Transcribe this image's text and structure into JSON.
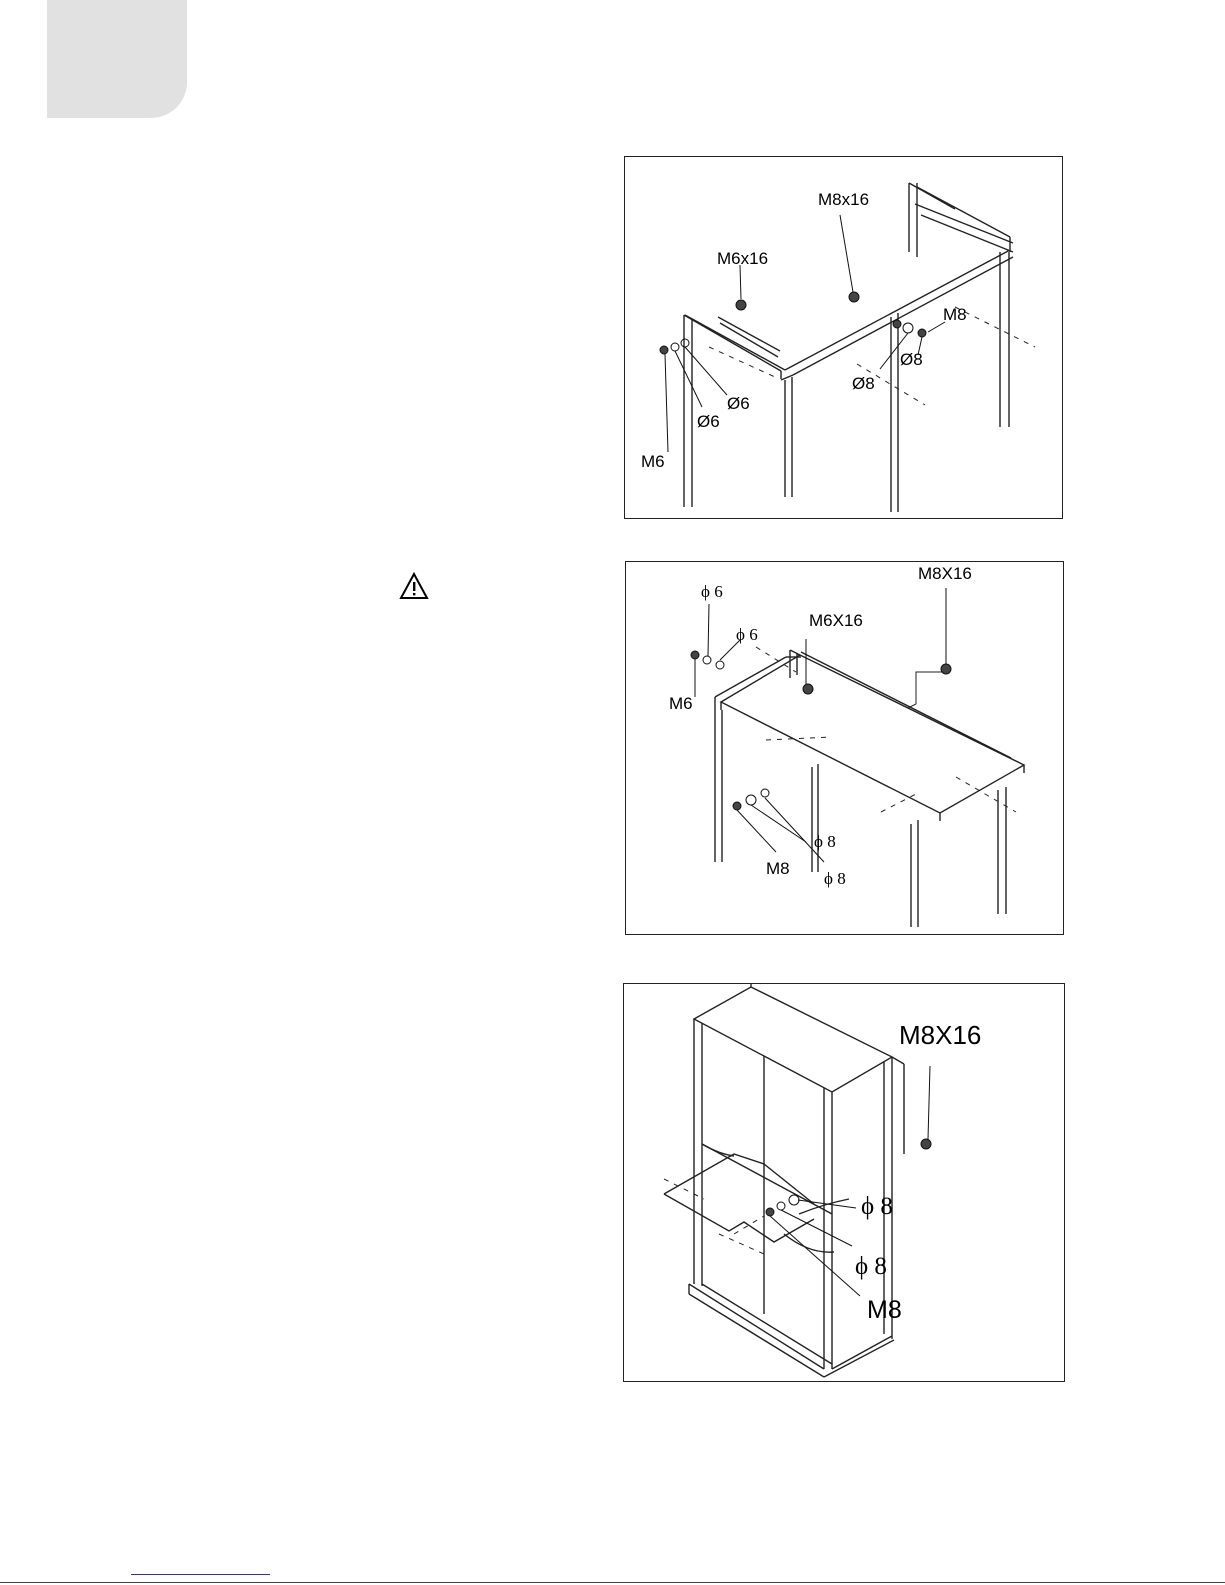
{
  "figures": [
    {
      "labels": {
        "bolt_top": "M8x16",
        "bolt_left": "M6x16",
        "nut_right": "M8",
        "washer_right_a": "Ø8",
        "washer_right_b": "Ø8",
        "washer_left_a": "Ø6",
        "washer_left_b": "Ø6",
        "nut_left": "M6"
      }
    },
    {
      "labels": {
        "bolt_top": "M8X16",
        "washer_left_a": "ϕ 6",
        "washer_left_b": "ϕ 6",
        "bolt_mid": "M6X16",
        "nut_left": "M6",
        "washer_low_a": "ϕ 8",
        "nut_low": "M8",
        "washer_low_b": "ϕ 8"
      }
    },
    {
      "labels": {
        "bolt_top": "M8X16",
        "washer_a": "ϕ 8",
        "washer_b": "ϕ 8",
        "nut": "M8"
      }
    }
  ],
  "icons": {
    "warning": "warning-triangle-icon"
  }
}
